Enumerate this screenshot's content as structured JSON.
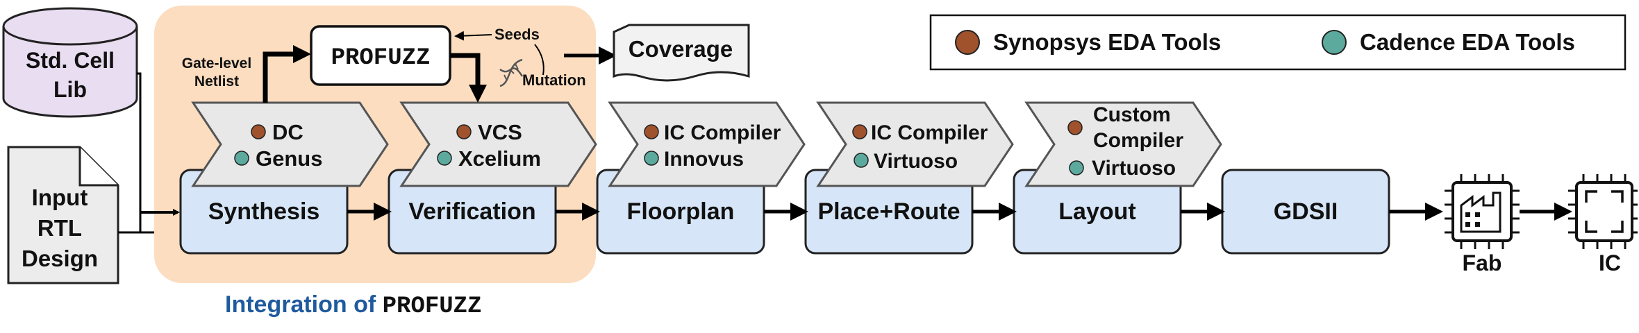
{
  "colors": {
    "synopsys": "#A0522D",
    "cadence": "#5BAA9D",
    "stage_fill": "#D6E6F8",
    "tool_fill": "#E8E8E8",
    "integration_bg": "#FCDDC0",
    "lib_fill": "#E9DDF1",
    "accent_text": "#1F5A9E"
  },
  "legend": {
    "synopsys_label": "Synopsys EDA Tools",
    "cadence_label": "Cadence EDA Tools"
  },
  "inputs": {
    "std_cell_line1": "Std. Cell",
    "std_cell_line2": "Lib",
    "rtl_line1": "Input",
    "rtl_line2": "RTL",
    "rtl_line3": "Design"
  },
  "integration": {
    "label_prefix": "Integration of ",
    "label_tool": "PROFUZZ",
    "gate_level_line1": "Gate-level",
    "gate_level_line2": "Netlist",
    "profuzz": "PROFUZZ",
    "seeds": "Seeds",
    "mutation": "Mutation",
    "coverage": "Coverage"
  },
  "stages": [
    {
      "label": "Synthesis"
    },
    {
      "label": "Verification"
    },
    {
      "label": "Floorplan"
    },
    {
      "label": "Place+Route"
    },
    {
      "label": "Layout"
    },
    {
      "label": "GDSII"
    }
  ],
  "tools": [
    {
      "synopsys": "DC",
      "cadence": "Genus"
    },
    {
      "synopsys": "VCS",
      "cadence": "Xcelium"
    },
    {
      "synopsys": "IC Compiler",
      "cadence": "Innovus"
    },
    {
      "synopsys": "IC Compiler",
      "cadence": "Virtuoso"
    },
    {
      "synopsys_line1": "Custom",
      "synopsys_line2": "Compiler",
      "cadence": "Virtuoso"
    }
  ],
  "outputs": {
    "fab": "Fab",
    "ic": "IC"
  }
}
